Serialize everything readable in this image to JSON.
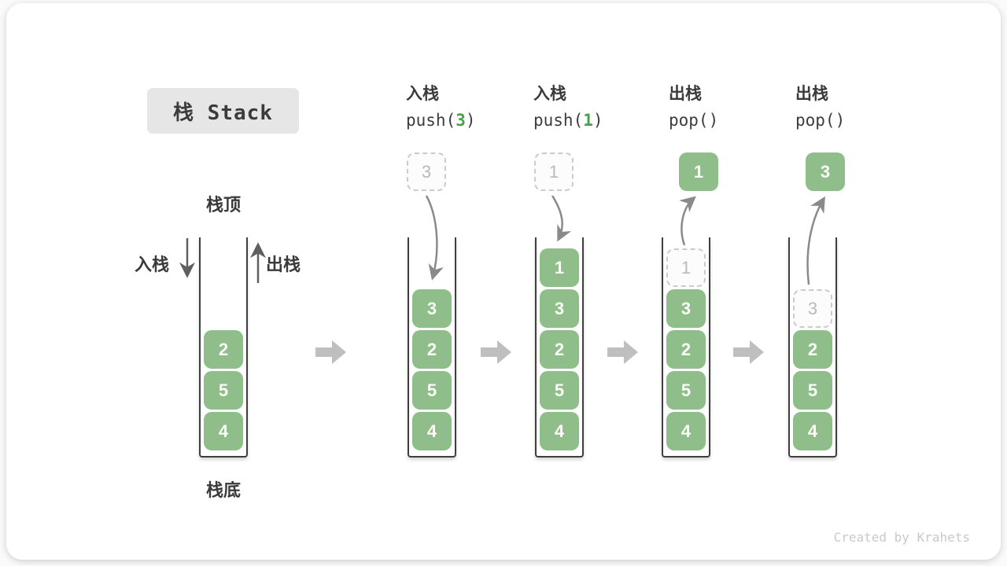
{
  "title": "栈 Stack",
  "annotations": {
    "stack_top": "栈顶",
    "stack_bottom": "栈底",
    "push_side_label": "入栈",
    "pop_side_label": "出栈"
  },
  "footer": "Created by Krahets",
  "colors": {
    "cell_green": "#8FBE8B",
    "code_number_green": "#46A349",
    "title_background": "#E6E6E6",
    "text_dark": "#3A3A3A",
    "ghost_gray": "#B9B9B9",
    "curve_arrow_gray": "#8A8A8A",
    "block_arrow_gray": "#BFBFBF",
    "wall_dark": "#3F3F3F",
    "footer_gray": "#C9C9C9"
  },
  "stages": [
    {
      "operation": null,
      "floating_box": null,
      "cells": [
        {
          "value": "2",
          "ghost": false
        },
        {
          "value": "5",
          "ghost": false
        },
        {
          "value": "4",
          "ghost": false
        }
      ]
    },
    {
      "operation": {
        "label": "入栈",
        "code_prefix": "push(",
        "code_number": "3",
        "code_suffix": ")"
      },
      "floating_box": {
        "value": "3",
        "variant": "dashed"
      },
      "cells": [
        {
          "value": "3",
          "ghost": false
        },
        {
          "value": "2",
          "ghost": false
        },
        {
          "value": "5",
          "ghost": false
        },
        {
          "value": "4",
          "ghost": false
        }
      ]
    },
    {
      "operation": {
        "label": "入栈",
        "code_prefix": "push(",
        "code_number": "1",
        "code_suffix": ")"
      },
      "floating_box": {
        "value": "1",
        "variant": "dashed"
      },
      "cells": [
        {
          "value": "1",
          "ghost": false
        },
        {
          "value": "3",
          "ghost": false
        },
        {
          "value": "2",
          "ghost": false
        },
        {
          "value": "5",
          "ghost": false
        },
        {
          "value": "4",
          "ghost": false
        }
      ]
    },
    {
      "operation": {
        "label": "出栈",
        "code_prefix": "pop(",
        "code_number": "",
        "code_suffix": ")"
      },
      "floating_box": {
        "value": "1",
        "variant": "solid"
      },
      "cells": [
        {
          "value": "1",
          "ghost": true
        },
        {
          "value": "3",
          "ghost": false
        },
        {
          "value": "2",
          "ghost": false
        },
        {
          "value": "5",
          "ghost": false
        },
        {
          "value": "4",
          "ghost": false
        }
      ]
    },
    {
      "operation": {
        "label": "出栈",
        "code_prefix": "pop(",
        "code_number": "",
        "code_suffix": ")"
      },
      "floating_box": {
        "value": "3",
        "variant": "solid"
      },
      "cells": [
        {
          "value": "3",
          "ghost": true
        },
        {
          "value": "2",
          "ghost": false
        },
        {
          "value": "5",
          "ghost": false
        },
        {
          "value": "4",
          "ghost": false
        }
      ]
    }
  ]
}
